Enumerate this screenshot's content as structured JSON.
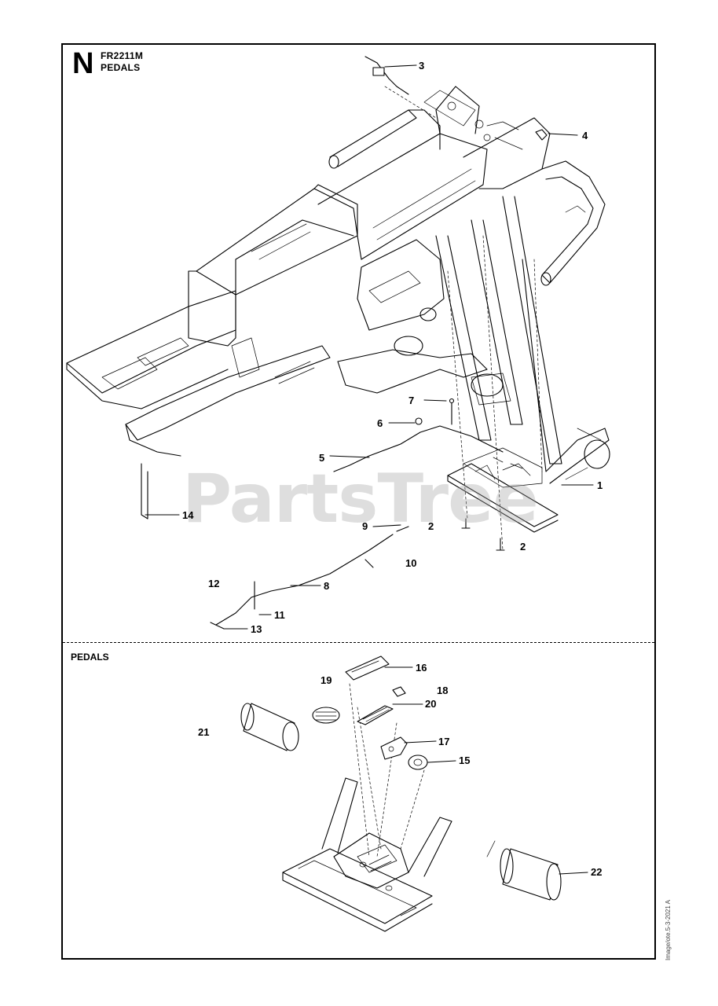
{
  "header": {
    "section_letter": "N",
    "model": "FR2211M",
    "title": "PEDALS"
  },
  "subsection": {
    "title": "PEDALS"
  },
  "watermark": "PartsTree",
  "side_code": "Image/ote.5-3-2021 A",
  "callouts": {
    "c1": "1",
    "c2a": "2",
    "c2b": "2",
    "c3": "3",
    "c4": "4",
    "c5": "5",
    "c6": "6",
    "c7": "7",
    "c8": "8",
    "c9": "9",
    "c10": "10",
    "c11": "11",
    "c12": "12",
    "c13": "13",
    "c14": "14",
    "c15": "15",
    "c16": "16",
    "c17": "17",
    "c18": "18",
    "c19": "19",
    "c20": "20",
    "c21": "21",
    "c22": "22"
  }
}
